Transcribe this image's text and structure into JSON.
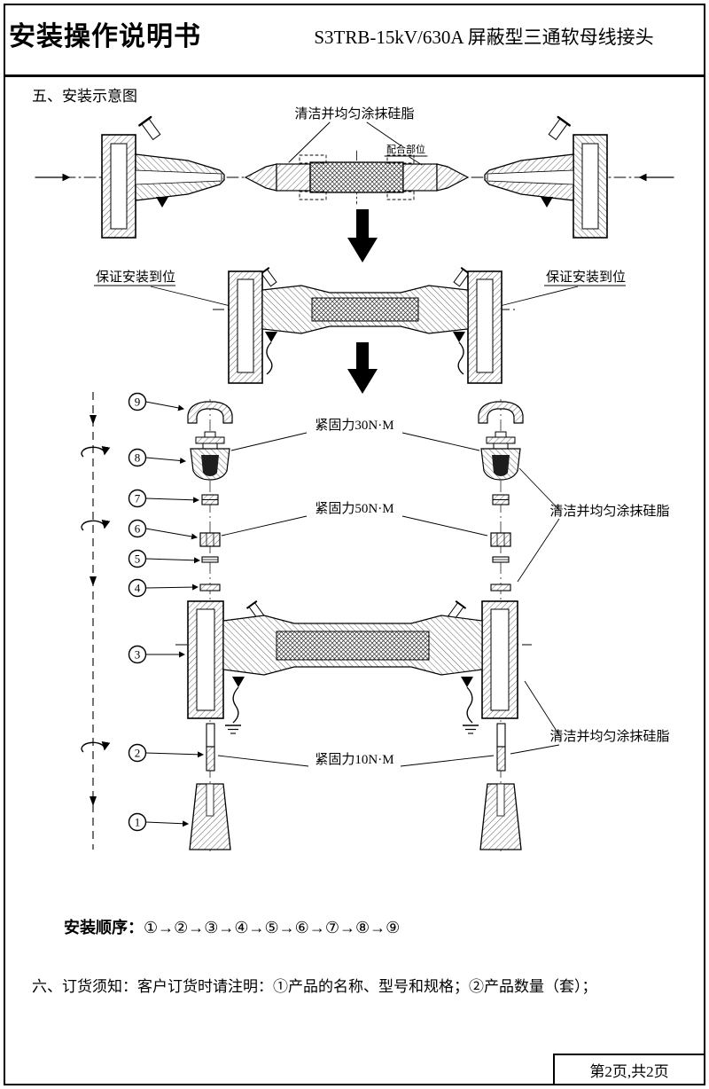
{
  "header": {
    "doc_title": "安装操作说明书",
    "product_title": "S3TRB-15kV/630A 屏蔽型三通软母线接头"
  },
  "sections": {
    "s5_heading": "五、安装示意图",
    "s6_text": "六、订货须知：客户订货时请注明：①产品的名称、型号和规格；②产品数量（套）；"
  },
  "labels": {
    "grease_top": "清洁并均匀涂抹硅脂",
    "mating": "配合部位",
    "ensure_left": "保证安装到位",
    "ensure_right": "保证安装到位",
    "torque30": "紧固力30N·M",
    "torque50": "紧固力50N·M",
    "torque10": "紧固力10N·M",
    "grease_right_upper": "清洁并均匀涂抹硅脂",
    "grease_right_lower": "清洁并均匀涂抹硅脂"
  },
  "callouts": [
    "9",
    "8",
    "7",
    "6",
    "5",
    "4",
    "3",
    "2",
    "1"
  ],
  "order": {
    "label": "安装顺序：",
    "sequence": "①→②→③→④→⑤→⑥→⑦→⑧→⑨"
  },
  "footer": {
    "page_info": "第2页,共2页"
  }
}
